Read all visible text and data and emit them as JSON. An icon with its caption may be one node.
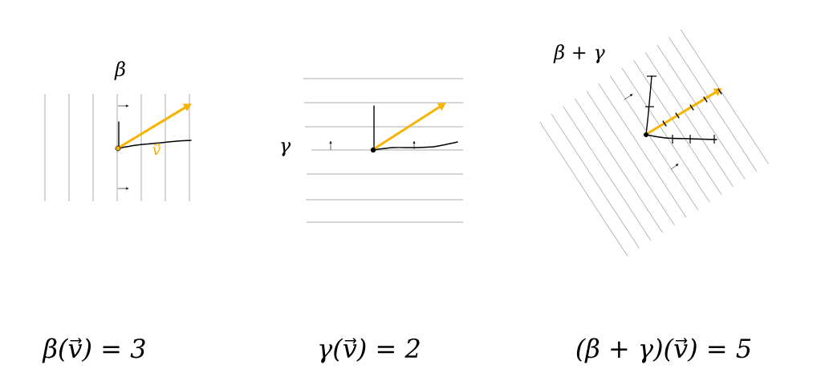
{
  "diagram": {
    "labels": [
      "β",
      "v⃗",
      "γ",
      "β + γ",
      "β(v⃗) = 3",
      "γ(v⃗) = 2",
      "(β + γ)(v⃗) = 5"
    ]
  }
}
